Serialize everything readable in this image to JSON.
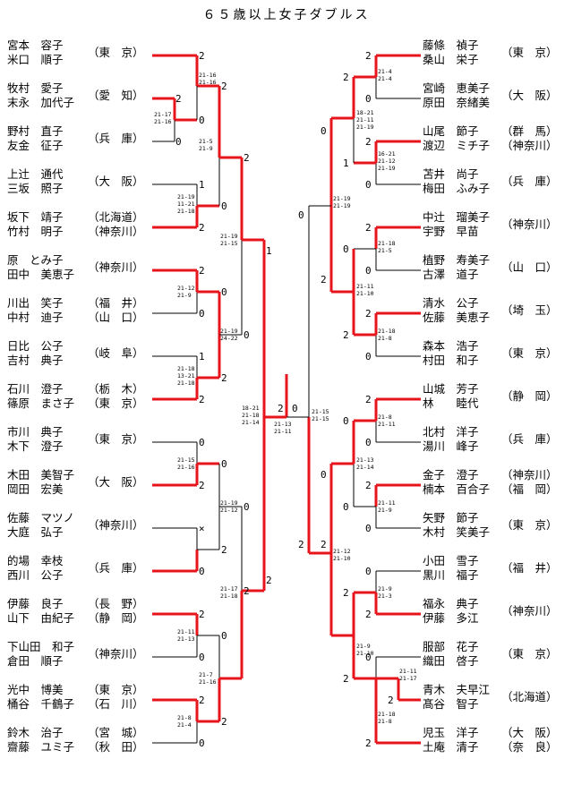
{
  "title": "６５歳以上女子ダブルス",
  "colors": {
    "winner": "#e8141b",
    "line": "#000000"
  },
  "left_pairs": [
    {
      "p1": "宮本　容子",
      "p2": "米口　順子",
      "pref": "（東　京）"
    },
    {
      "p1": "牧村　愛子",
      "p2": "末永　加代子",
      "pref": "（愛　知）"
    },
    {
      "p1": "野村　直子",
      "p2": "友金　征子",
      "pref": "（兵　庫）"
    },
    {
      "p1": "上辻　通代",
      "p2": "三坂　照子",
      "pref": "（大　阪）"
    },
    {
      "p1": "坂下　靖子",
      "p2": "竹村　明子",
      "pref": "（北海道）（神奈川）"
    },
    {
      "p1": "原　とみ子",
      "p2": "田中　美恵子",
      "pref": "（神奈川）"
    },
    {
      "p1": "川出　笑子",
      "p2": "中村　迪子",
      "pref": "（福　井）（山　口）"
    },
    {
      "p1": "日比　公子",
      "p2": "吉村　典子",
      "pref": "（岐　阜）"
    },
    {
      "p1": "石川　澄子",
      "p2": "篠原　まさ子",
      "pref": "（栃　木）（東　京）"
    },
    {
      "p1": "市川　典子",
      "p2": "木下　澄子",
      "pref": "（東　京）"
    },
    {
      "p1": "木田　美智子",
      "p2": "岡田　宏美",
      "pref": "（大　阪）"
    },
    {
      "p1": "佐藤　マツノ",
      "p2": "大庭　弘子",
      "pref": "（神奈川）"
    },
    {
      "p1": "的場　幸枝",
      "p2": "西川　公子",
      "pref": "（兵　庫）"
    },
    {
      "p1": "伊藤　良子",
      "p2": "山下　由紀子",
      "pref": "（長　野）（静　岡）"
    },
    {
      "p1": "下山田　和子",
      "p2": "倉田　順子",
      "pref": "（神奈川）"
    },
    {
      "p1": "光中　博美",
      "p2": "桶谷　千鶴子",
      "pref": "（東　京）（石　川）"
    },
    {
      "p1": "鈴木　治子",
      "p2": "齋藤　ユミ子",
      "pref": "（宮　城）（秋　田）"
    }
  ],
  "right_pairs": [
    {
      "p1": "藤條　禎子",
      "p2": "桑山　栄子",
      "pref": "（東　京）"
    },
    {
      "p1": "宮崎　恵美子",
      "p2": "原田　奈緒美",
      "pref": "（大　阪）"
    },
    {
      "p1": "山尾　節子",
      "p2": "渡辺　ミチ子",
      "pref": "（群　馬）（神奈川）"
    },
    {
      "p1": "苫井　尚子",
      "p2": "梅田　ふみ子",
      "pref": "（兵　庫）"
    },
    {
      "p1": "中辻　瑠美子",
      "p2": "宇野　早苗",
      "pref": "（神奈川）"
    },
    {
      "p1": "植野　寿美子",
      "p2": "古澤　道子",
      "pref": "（山　口）"
    },
    {
      "p1": "清水　公子",
      "p2": "佐藤　美恵子",
      "pref": "（埼　玉）"
    },
    {
      "p1": "森本　浩子",
      "p2": "村田　和子",
      "pref": "（東　京）"
    },
    {
      "p1": "山城　芳子",
      "p2": "林　　睦代",
      "pref": "（静　岡）"
    },
    {
      "p1": "北村　洋子",
      "p2": "湯川　峰子",
      "pref": "（兵　庫）"
    },
    {
      "p1": "金子　澄子",
      "p2": "楠本　百合子",
      "pref": "（神奈川）（福　岡）"
    },
    {
      "p1": "矢野　節子",
      "p2": "木村　笑美子",
      "pref": "（東　京）"
    },
    {
      "p1": "小田　雪子",
      "p2": "黒川　福子",
      "pref": "（福　井）"
    },
    {
      "p1": "福永　典子",
      "p2": "伊藤　多江",
      "pref": "（神奈川）"
    },
    {
      "p1": "服部　花子",
      "p2": "織田　啓子",
      "pref": "（東　京）"
    },
    {
      "p1": "青木　夫早江",
      "p2": "髙谷　智子",
      "pref": "（北海道）"
    },
    {
      "p1": "児玉　洋子",
      "p2": "土庵　清子",
      "pref": "（大　阪）（奈　良）"
    }
  ],
  "scores": {
    "L1": "2",
    "L2": "0",
    "L2a": "2",
    "L3": "0",
    "L4": "1",
    "L5": "2",
    "L6": "2",
    "L7": "0",
    "L8": "1",
    "L9": "2",
    "L10": "0",
    "L11": "2",
    "L12": "×",
    "L13": "0",
    "L14": "2",
    "L15": "0",
    "L16": "2",
    "L17": "0",
    "LA": "2",
    "LB": "0",
    "LC": "0",
    "LD": "2",
    "LE": "0",
    "LF": "2",
    "LG": "0",
    "LH": "2",
    "LI": "2",
    "LJ": "1",
    "LK": "0",
    "LL": "2",
    "LM": "1",
    "LN": "2",
    "F_left": "2",
    "F_center": "0",
    "R1": "2",
    "R2": "0",
    "R3": "2",
    "R3a": "2",
    "R4": "0",
    "R5": "2",
    "R6": "0",
    "R7": "2",
    "R8": "0",
    "R9": "2",
    "R10": "0",
    "R11": "2",
    "R12": "0",
    "R13": "2",
    "R14": "0",
    "R15": "2",
    "R16": "0",
    "R17": "2",
    "RA": "2",
    "RB": "1",
    "RC": "0",
    "RD": "2",
    "RE": "0",
    "RF": "0",
    "RG": "2",
    "RH": "0",
    "RI": "2",
    "RJ": "2",
    "RK": "0",
    "RL": "2",
    "RM": "0",
    "RN": "2",
    "RO": "0"
  },
  "game_scores": {
    "L1": [
      "21-16",
      "21-16"
    ],
    "L2": [
      "21-17",
      "21-16"
    ],
    "L3": [
      "21-5",
      "21-9"
    ],
    "L4": [
      "21-19",
      "11-21",
      "21-18"
    ],
    "L5": [
      "21-19",
      "21-15"
    ],
    "L6": [
      "21-12",
      "21-9"
    ],
    "L7": [
      "21-19",
      "24-22"
    ],
    "L8": [
      "21-18",
      "13-21",
      "21-18"
    ],
    "L9": [
      "18-21",
      "21-18",
      "21-14"
    ],
    "L10": [
      "21-15",
      "21-16"
    ],
    "L11": [
      "21-19",
      "21-12"
    ],
    "L12": [
      "21-17",
      "21-18"
    ],
    "L13": [
      "21-11",
      "21-13"
    ],
    "L14": [
      "21-7",
      "21-16"
    ],
    "L15": [
      "21-8",
      "21-4"
    ],
    "F": [
      "21-13",
      "21-11"
    ],
    "FR": [
      "21-15",
      "21-15"
    ],
    "R1": [
      "21-4",
      "21-4"
    ],
    "R2": [
      "18-21",
      "21-11",
      "21-19"
    ],
    "R3": [
      "16-21",
      "21-12",
      "21-19"
    ],
    "R4": [
      "21-19",
      "21-19"
    ],
    "R5": [
      "21-18",
      "21-5"
    ],
    "R6": [
      "21-11",
      "21-10"
    ],
    "R7": [
      "21-18",
      "21-8"
    ],
    "R8": [
      "21-8",
      "21-11"
    ],
    "R9": [
      "21-13",
      "21-14"
    ],
    "R10": [
      "21-11",
      "21-9"
    ],
    "R11": [
      "21-12",
      "21-10"
    ],
    "R12": [
      "21-9",
      "21-3"
    ],
    "R13": [
      "21-9",
      "21-10"
    ],
    "R14": [
      "21-11",
      "21-17"
    ],
    "R15": [
      "21-18",
      "21-8"
    ]
  }
}
